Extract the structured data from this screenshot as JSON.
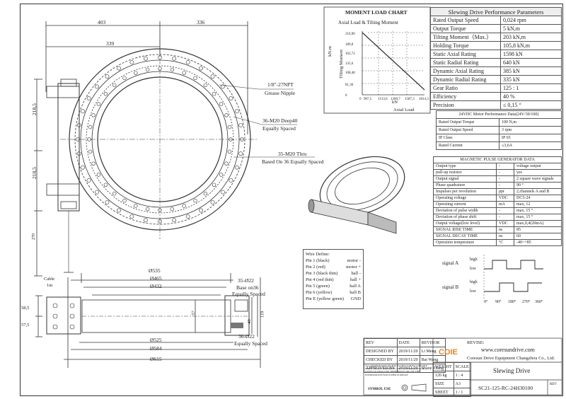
{
  "drawing": {
    "top_dims": {
      "d403": "403",
      "d336": "336",
      "d339": "339"
    },
    "side_dims": {
      "d218a": "218,5",
      "d218b": "218,5",
      "d270": "270"
    },
    "callouts": {
      "grease_line1": "1/8\"-27NPT",
      "grease_line2": "Grease Nipple",
      "m20deep_line1": "36-M20 Deep40",
      "m20deep_line2": "Equally Spaced",
      "m20thru_line1": "35-M20 Thru",
      "m20thru_line2": "Based On 36 Equally Spaced",
      "cable_line1": "Cable",
      "cable_line2": "1m"
    },
    "section_dims": {
      "d535": "Ø535",
      "d465": "Ø465",
      "d432": "Ø432",
      "d525": "Ø525",
      "d584": "Ø584",
      "d615": "Ø615",
      "h585": "58,5",
      "h575": "57,5",
      "h57": "57",
      "h119": "119",
      "h40": "40",
      "holes_top1": "35-Ø22",
      "holes_top2": "Base on36",
      "holes_top3": "Equally Spaced",
      "holes_bot1": "36-Ø22",
      "holes_bot2": "Equally Spaced"
    }
  },
  "moment_chart": {
    "title": "MOMENT LOAD CHART",
    "subtitle": "Axial Load & Tilting Moment",
    "y_unit": "kN.m",
    "y_label": "Tilting Moment",
    "x_unit": "kN",
    "x_label": "Axial Load",
    "y_ticks": [
      "216,90",
      "189,8",
      "162,72",
      "135,6",
      "108,48",
      "81,36",
      "0"
    ],
    "x_ticks": [
      "0",
      "907,5",
      "1133,6",
      "1360,7",
      "1587,3",
      "1814,3"
    ]
  },
  "performance": {
    "title": "Slewing Drive Performance Parameters",
    "rows": [
      {
        "k": "Rated Output Speed",
        "v": "0,024 rpm"
      },
      {
        "k": "Output Torque",
        "v": "5 kN,m"
      },
      {
        "k": "Tilting Moment（Max.）",
        "v": "203 kN,m"
      },
      {
        "k": "Holding Torque",
        "v": "105,8 kN,m"
      },
      {
        "k": "Static Axial Rating",
        "v": "1598 kN"
      },
      {
        "k": "Static Radial Rating",
        "v": "640 kN"
      },
      {
        "k": "Dynamic Axial Rating",
        "v": "385 kN"
      },
      {
        "k": "Dynamic Radial Rating",
        "v": "335 kN"
      },
      {
        "k": "Gear Ratio",
        "v": "125 : 1"
      },
      {
        "k": "Efficiency",
        "v": "40 %"
      },
      {
        "k": "Precision",
        "v": "≤ 0,15 °"
      }
    ]
  },
  "motor": {
    "title": "24VDC Motor Performance Data(24V/30/100)",
    "rows": [
      {
        "k": "Rated Output Torque",
        "v": "100 N,m"
      },
      {
        "k": "Rated Output Speed",
        "v": "3 rpm"
      },
      {
        "k": "IP Class",
        "v": "IP 65"
      },
      {
        "k": "Rated Current",
        "v": "≤3,6A"
      }
    ]
  },
  "magnetic": {
    "title": "MAGNETIC PULSE GENERATOR DATA",
    "rows": [
      {
        "k": "Output type",
        "u": "-",
        "v": "voltage output"
      },
      {
        "k": "pull-up resistor",
        "u": "-",
        "v": "yes"
      },
      {
        "k": "Output signal",
        "u": "-",
        "v": "2 square wave signals"
      },
      {
        "k": "Phase quadrature",
        "u": "-",
        "v": "90 °"
      },
      {
        "k": "Impulses per revolution",
        "u": "ppr",
        "v": "2,channels A and B"
      },
      {
        "k": "Operating voltage",
        "u": "VDC",
        "v": "DC5-24"
      },
      {
        "k": "Operating current",
        "u": "mA",
        "v": "max, 12"
      },
      {
        "k": "Deviation of pulse width",
        "u": "-",
        "v": "max, 15 °"
      },
      {
        "k": "Deviation of phase shift",
        "u": "-",
        "v": "max, 15 °"
      },
      {
        "k": "Output voltage(low level)",
        "u": "VDC",
        "v": "max,0,4(20mA)"
      },
      {
        "k": "SIGNAL RISE TIME",
        "u": "ns",
        "v": "85"
      },
      {
        "k": "SIGNAL DECAY TIME",
        "u": "ns",
        "v": "60"
      },
      {
        "k": "Operation temperature",
        "u": "°C",
        "v": "-40~+85"
      }
    ]
  },
  "signal": {
    "a_label": "signal A",
    "b_label": "signal B",
    "high": "high",
    "low": "low",
    "angles": [
      "0°",
      "90°",
      "180°",
      "270°",
      "360°"
    ]
  },
  "wire": {
    "title": "Wire Define:",
    "rows": [
      {
        "k": "Pin 1  (black)",
        "v": "motor -"
      },
      {
        "k": "Pin 2  (red)",
        "v": "motor +"
      },
      {
        "k": "Pin 3  (black thin)",
        "v": "hall -"
      },
      {
        "k": "Pin 4  (red thin)",
        "v": "hall +"
      },
      {
        "k": "Pin 5  (green)",
        "v": "hall A"
      },
      {
        "k": "Pin 6  (yellow)",
        "v": "hall B"
      },
      {
        "k": "Pin E  (yellow green)",
        "v": "GND"
      }
    ]
  },
  "title_block": {
    "headers": {
      "rev": "REV",
      "date": "DATE",
      "revisor": "REVISOR",
      "revise": "REVISE:"
    },
    "rows": [
      {
        "k": "DESIGNED BY",
        "date": "2019/11/20",
        "name": "Li Meng"
      },
      {
        "k": "CHECKED BY",
        "date": "2019/11/20",
        "name": "Bai Wang"
      },
      {
        "k": "APPROVED BY",
        "date": "2019/11/20",
        "name": "Shaoe Zhang"
      }
    ],
    "notice": "ALL PROPRIETARY RIGHTS IN THIS SUBJECT MATTER SHOW ON ARE RESERVED. AND NO PERMISSION IS GIVEN TO DISCLOSE, REPRODUCE OR USE THIS INFORMATION FOR OTHER PURPOSE",
    "symbol_label": "SYMBOL USE",
    "logo_text": "COIE",
    "website": "www.coresundrive.com",
    "company": "Coresun Drive Equipment Changzhou Co., Ltd.",
    "weight_label": "WEIGHT",
    "scale_label": "SCALE",
    "weight": "120 kg",
    "scale": "1 : 4",
    "size_label": "SIZE",
    "size": "A3",
    "sheet_label": "SHEET",
    "sheet": "1 / 1",
    "product": "Slewing Drive",
    "part_no": "SC21-125-RC-24H30100",
    "rev_label": "REV"
  }
}
